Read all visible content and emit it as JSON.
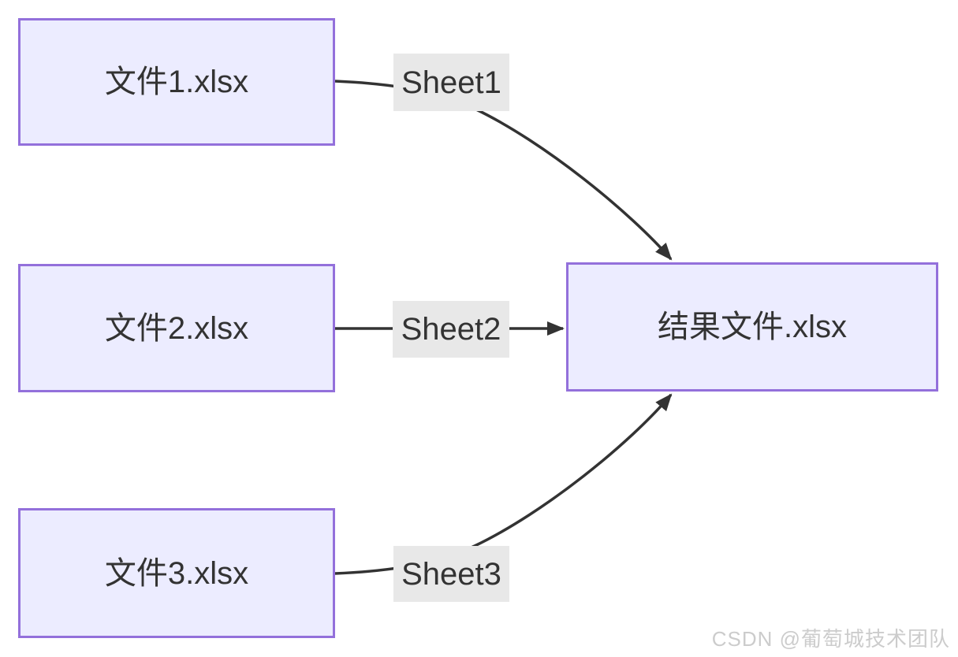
{
  "colors": {
    "node_fill": "#ECECFF",
    "node_border": "#9370DB",
    "edge_color": "#333333",
    "label_bg": "#e8e8e8",
    "text_color": "#333333",
    "watermark_color": "#cccccc"
  },
  "diagram": {
    "type": "flowchart",
    "direction": "left-to-right",
    "nodes": [
      {
        "id": "file1",
        "label": "文件1.xlsx"
      },
      {
        "id": "file2",
        "label": "文件2.xlsx"
      },
      {
        "id": "file3",
        "label": "文件3.xlsx"
      },
      {
        "id": "result",
        "label": "结果文件.xlsx"
      }
    ],
    "edges": [
      {
        "from": "file1",
        "to": "result",
        "label": "Sheet1"
      },
      {
        "from": "file2",
        "to": "result",
        "label": "Sheet2"
      },
      {
        "from": "file3",
        "to": "result",
        "label": "Sheet3"
      }
    ]
  },
  "watermark": {
    "text": "CSDN @葡萄城技术团队"
  }
}
